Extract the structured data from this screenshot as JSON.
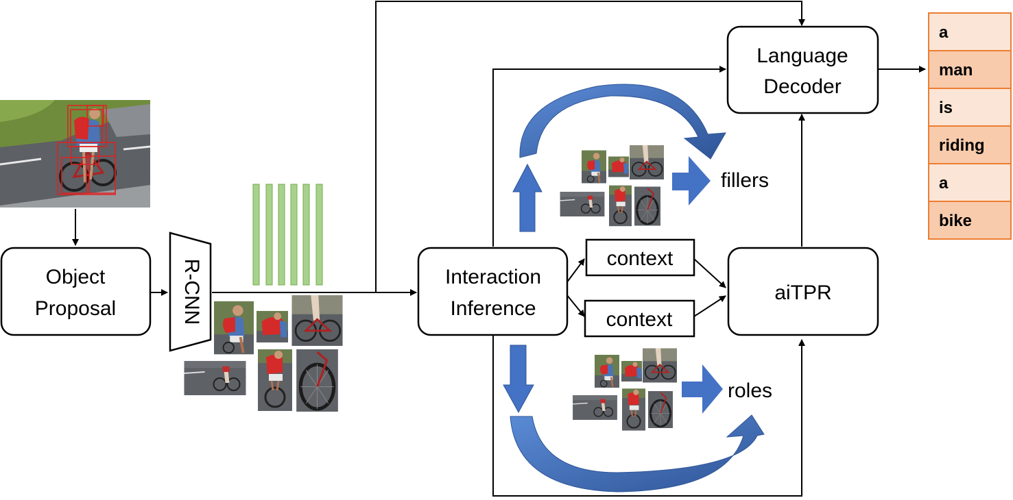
{
  "blocks": {
    "object_proposal": [
      "Object",
      "Proposal"
    ],
    "rcnn": "R-CNN",
    "interaction_inference": [
      "Interaction",
      "Inference"
    ],
    "context_top": "context",
    "context_bottom": "context",
    "aitpr": "aiTPR",
    "language_decoder": [
      "Language",
      "Decoder"
    ]
  },
  "labels": {
    "fillers": "fillers",
    "roles": "roles"
  },
  "output_words": [
    "a",
    "man",
    "is",
    "riding",
    "a",
    "bike"
  ],
  "colors": {
    "arrow_blue": "#4472c4",
    "arrow_blue_dark": "#2f5597",
    "feature_green": "#a9d18e",
    "feature_green_border": "#70ad47",
    "word_fill_light": "#fbe5d6",
    "word_fill_dark": "#f8cbad",
    "word_border": "#ed7d31",
    "bbox_red": "#e02020"
  }
}
